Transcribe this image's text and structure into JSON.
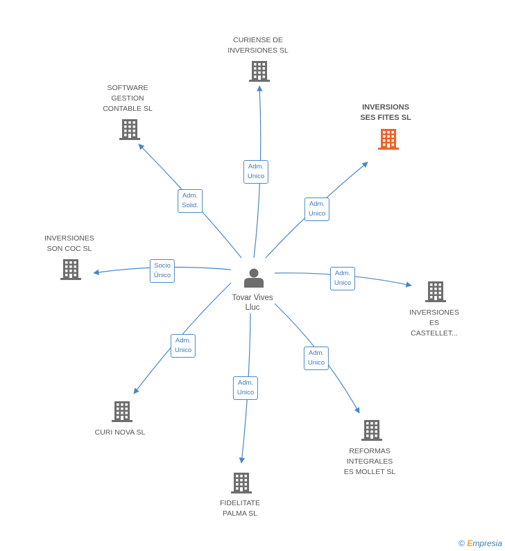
{
  "colors": {
    "edge": "#4a86c8",
    "building": "#6d6d6d",
    "building_highlight": "#f0622a",
    "person": "#6d6d6d"
  },
  "center": {
    "name": "Tovar Vives\nLluc",
    "icon": "person-icon"
  },
  "companies": [
    {
      "id": "curiense",
      "name": "CURIENSE DE\nINVERSIONES SL",
      "role": "Adm.\nUnico",
      "highlight": false
    },
    {
      "id": "software",
      "name": "SOFTWARE\nGESTION\nCONTABLE SL",
      "role": "Adm.\nSolid.",
      "highlight": false
    },
    {
      "id": "ses-fites",
      "name": "INVERSIONS\nSES FITES SL",
      "role": "Adm.\nUnico",
      "highlight": true
    },
    {
      "id": "son-coc",
      "name": "INVERSIONES\nSON COC SL",
      "role": "Socio\nÚnico",
      "highlight": false
    },
    {
      "id": "castellet",
      "name": "INVERSIONES\nES\nCASTELLET...",
      "role": "Adm.\nUnico",
      "highlight": false
    },
    {
      "id": "curi-nova",
      "name": "CURI NOVA SL",
      "role": "Adm.\nUnico",
      "highlight": false
    },
    {
      "id": "reformas",
      "name": "REFORMAS\nINTEGRALES\nES MOLLET SL",
      "role": "Adm.\nUnico",
      "highlight": false
    },
    {
      "id": "fidelitate",
      "name": "FIDELITATE\nPALMA SL",
      "role": "Adm.\nUnico",
      "highlight": false
    }
  ],
  "footer": {
    "copyright": "©",
    "brand_initial": "E",
    "brand_rest": "mpresia"
  }
}
